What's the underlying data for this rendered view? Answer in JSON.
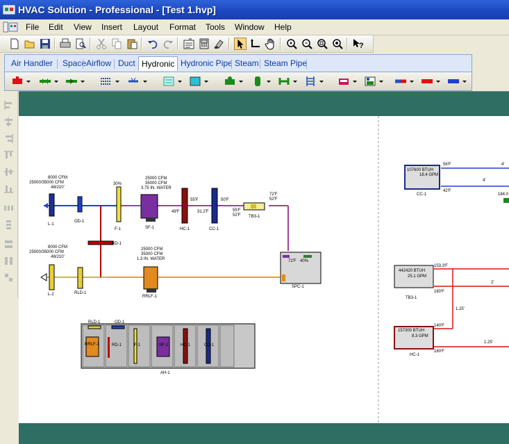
{
  "window": {
    "title": "HVAC Solution - Professional - [Test 1.hvp]"
  },
  "menu": [
    "File",
    "Edit",
    "View",
    "Insert",
    "Layout",
    "Format",
    "Tools",
    "Window",
    "Help"
  ],
  "toolbar_icons": [
    "new-icon",
    "open-icon",
    "save-icon",
    "print-icon",
    "print-preview-icon",
    "cut-icon",
    "copy-icon",
    "paste-icon",
    "undo-icon",
    "redo-icon",
    "properties-icon",
    "calculator-icon",
    "format-painter-icon",
    "pointer-icon",
    "connector-icon",
    "pan-hand-icon",
    "zoom-in-icon",
    "zoom-out-icon",
    "zoom-window-icon",
    "zoom-fit-icon",
    "context-help-icon"
  ],
  "tabs": [
    "Air Handler",
    "Space",
    "Airflow",
    "Duct",
    "Hydronic",
    "Hydronic Pipe",
    "Steam",
    "Steam Pipe"
  ],
  "active_tab": "Hydronic",
  "diagram": {
    "labels": {
      "l1": "L-1",
      "od1": "OD-1",
      "f1": "F-1",
      "sf1": "SF-1",
      "hc1": "HC-1",
      "cc1": "CC-1",
      "tb31": "TB3-1",
      "rd1": "RD-1",
      "l2": "L-2",
      "rld1": "RLD-1",
      "rrlf1": "RRLF-1",
      "spc1": "SPC-1",
      "ah1": "AH-1",
      "cc1b": "CC-1",
      "tb31b": "TB3-1",
      "hc1b": "HC-1"
    },
    "supply_air": {
      "cfm": "8000 CFM",
      "range": "25000/35000 CFM",
      "temps": "48/210'"
    },
    "fan_f1": {
      "pct": "30%"
    },
    "fan_sf1": {
      "l1": "25000 CFM",
      "l2": "35000 CFM",
      "l3": "3.75 IN. WATER"
    },
    "temps": {
      "hc_in": "49'F",
      "hc_out": "55'F",
      "cc_in": "31.2'F",
      "cc_out": "50'F",
      "tb_in1": "55'F",
      "tb_in2": "52'F",
      "tb_out1": "72'F",
      "tb_out2": "52'F"
    },
    "return_air": {
      "cfm": "8000 CFM",
      "range": "25000/35000 CFM",
      "temps": "48/210'"
    },
    "fan_rrlf1": {
      "l1": "25000 CFM",
      "l2": "35000 CFM",
      "l3": "1.3 IN. WATER"
    },
    "space": {
      "temp": "72'F",
      "rh": "40%"
    },
    "ahu_parts": {
      "rld": "RLD-1",
      "od": "OD-1",
      "rrlf": "RRLF-1",
      "rd": "RD-1",
      "f": "F-1",
      "sf": "SF-1",
      "hc": "HC-1",
      "cc": "CC-1"
    },
    "right": {
      "cc_btuh": "107600 BTUH",
      "cc_gpm": "18.4 GPM",
      "cc_top": "56'F",
      "cc_bot": "42'F",
      "pipe_4a": "4'",
      "pipe_4b": "4'",
      "cut_label": "184.0",
      "tb_btuh": "442420 BTUH",
      "tb_gpm": "25.1 GPM",
      "tb_top": "153.3'F",
      "tb_bot": "180'F",
      "pipe_2": "2'",
      "pipe_125a": "1.25'",
      "hc_btuh": "157300 BTUH",
      "hc_gpm": "8.3 GPM",
      "hc_top": "140'F",
      "hc_bot": "180'F",
      "pipe_125b": "1.25'"
    }
  }
}
